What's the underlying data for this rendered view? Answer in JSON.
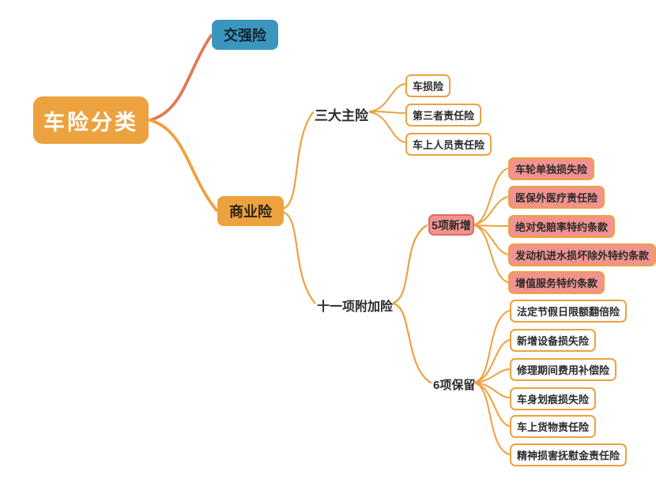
{
  "colors": {
    "branch_line_orange": "#ECA23E",
    "branch_line_coral": "#DF7A58",
    "root_fill": "#ECA23E",
    "compulsory_fill": "#3B96BE",
    "commercial_fill": "#ECA23E",
    "pink_fill": "#F2938F",
    "pink_label_border": "#DD6A64",
    "text_dark": "#2B2B2B"
  },
  "mindmap": {
    "root": {
      "label": "车险分类"
    },
    "compulsory": {
      "label": "交强险"
    },
    "commercial": {
      "label": "商业险",
      "main_risks": {
        "label": "三大主险",
        "items": [
          {
            "label": "车损险"
          },
          {
            "label": "第三者责任险"
          },
          {
            "label": "车上人员责任险"
          }
        ]
      },
      "addons": {
        "label": "十一项附加险",
        "new_five": {
          "label": "5项新增",
          "items": [
            {
              "label": "车轮单独损失险"
            },
            {
              "label": "医保外医疗责任险"
            },
            {
              "label": "绝对免赔率特约条款"
            },
            {
              "label": "发动机进水损坏除外特约条款"
            },
            {
              "label": "增值服务特约条款"
            }
          ]
        },
        "kept_six": {
          "label": "6项保留",
          "items": [
            {
              "label": "法定节假日限额翻倍险"
            },
            {
              "label": "新增设备损失险"
            },
            {
              "label": "修理期间费用补偿险"
            },
            {
              "label": "车身划痕损失险"
            },
            {
              "label": "车上货物责任险"
            },
            {
              "label": "精神损害抚慰金责任险"
            }
          ]
        }
      }
    }
  }
}
